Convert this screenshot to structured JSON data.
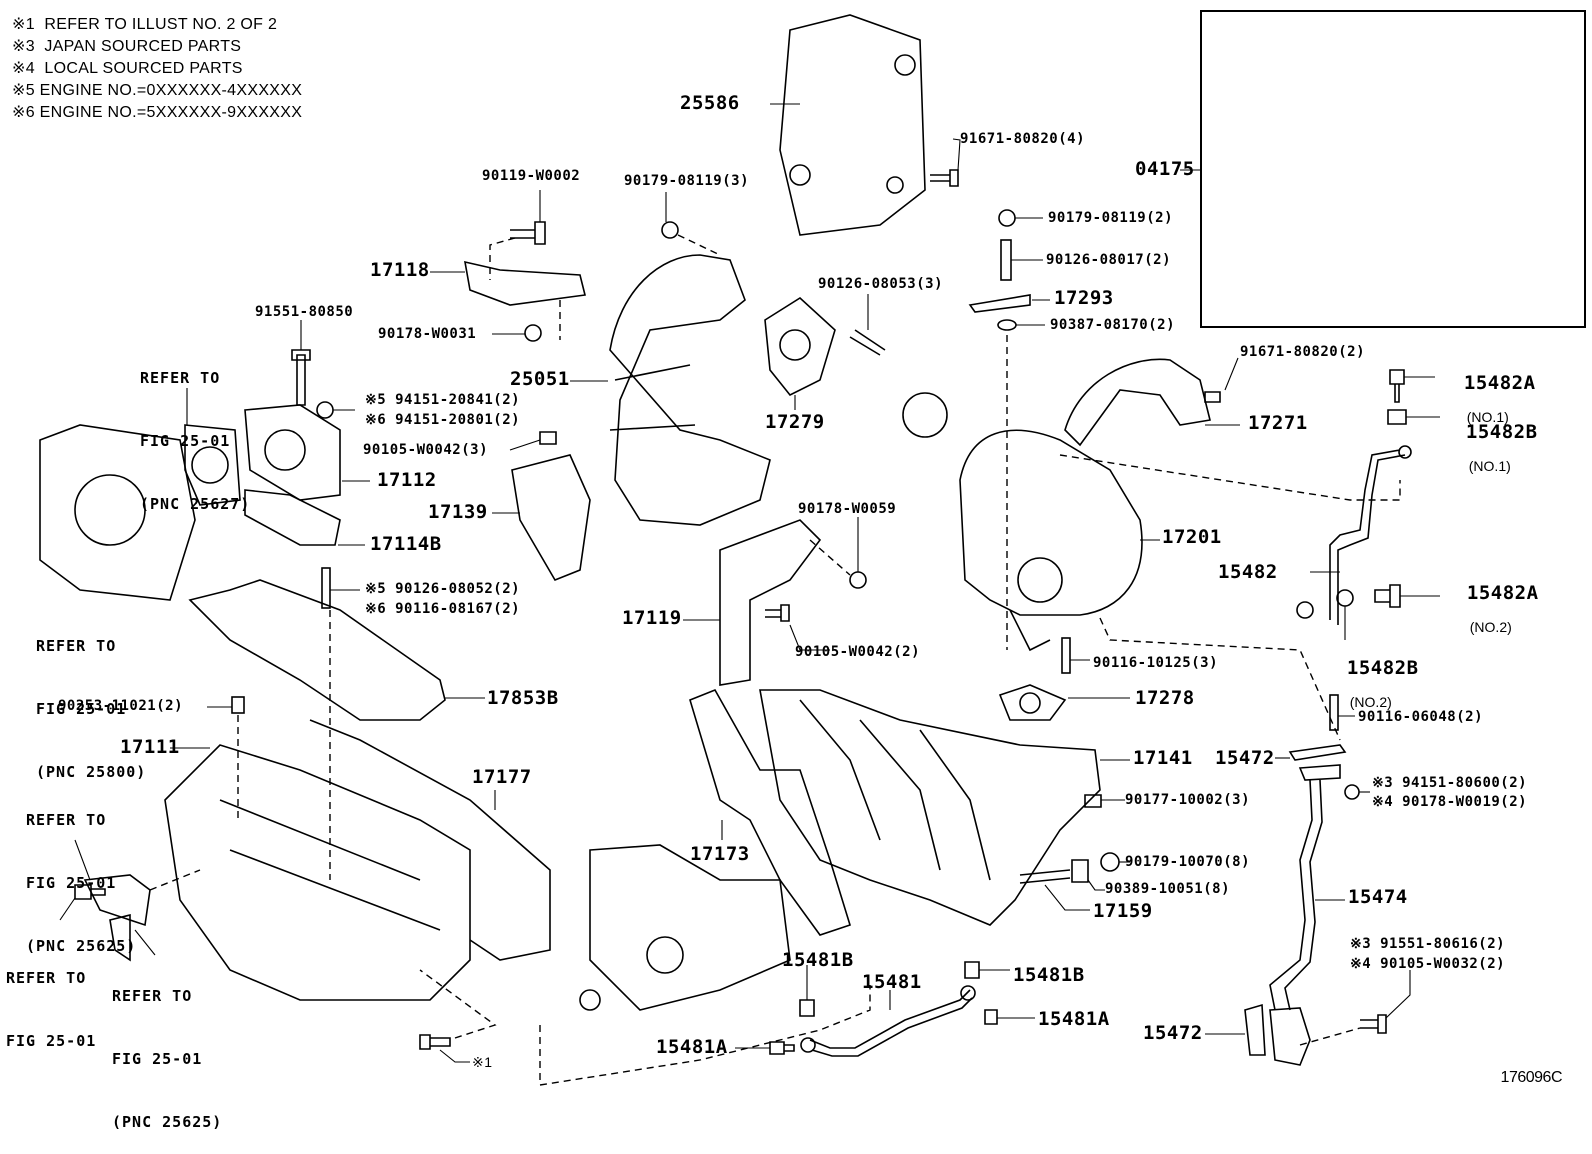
{
  "notes": [
    "※1  REFER TO ILLUST NO. 2 OF 2",
    "※3  JAPAN SOURCED PARTS",
    "※4  LOCAL SOURCED PARTS",
    "※5 ENGINE NO.=0XXXXXX-4XXXXXX",
    "※6 ENGINE NO.=5XXXXXX-9XXXXXX"
  ],
  "figure_id": "176096C",
  "parts": {
    "p25586": "25586",
    "p91671_80820_4": "91671-80820(4)",
    "p04175": "04175",
    "p90119_W0002": "90119-W0002",
    "p90179_08119_3": "90179-08119(3)",
    "p90179_08119_2": "90179-08119(2)",
    "p90126_08017_2": "90126-08017(2)",
    "p17118": "17118",
    "p90126_08053_3": "90126-08053(3)",
    "p17293": "17293",
    "p91551_80850": "91551-80850",
    "p90178_W0031": "90178-W0031",
    "p90387_08170_2": "90387-08170(2)",
    "p25051": "25051",
    "p94151_20841": "※5 94151-20841(2)",
    "p94151_20801": "※6 94151-20801(2)",
    "p90105_W0042_3": "90105-W0042(3)",
    "p17279": "17279",
    "p91671_80820_2": "91671-80820(2)",
    "p15482A_1": "15482A",
    "p15482A_1_sub": "(NO.1)",
    "p15482B_1": "15482B",
    "p15482B_1_sub": "(NO.1)",
    "p17271": "17271",
    "p17112": "17112",
    "p17139": "17139",
    "p90178_W0059": "90178-W0059",
    "p17201": "17201",
    "p17114B": "17114B",
    "p15482": "15482",
    "p15482A_2": "15482A",
    "p15482A_2_sub": "(NO.2)",
    "p15482B_2": "15482B",
    "p15482B_2_sub": "(NO.2)",
    "p90126_08052": "※5 90126-08052(2)",
    "p90116_08167": "※6 90116-08167(2)",
    "p17119": "17119",
    "p90105_W0042_2": "90105-W0042(2)",
    "p90116_10125_3": "90116-10125(3)",
    "p17278": "17278",
    "p90253_11021_2": "90253-11021(2)",
    "p17853B": "17853B",
    "p90116_06048_2": "90116-06048(2)",
    "p17111": "17111",
    "p17177": "17177",
    "p17141": "17141",
    "p15472_top": "15472",
    "p94151_80600": "※3 94151-80600(2)",
    "p90178_W0019": "※4 90178-W0019(2)",
    "p90177_10002_3": "90177-10002(3)",
    "p17173": "17173",
    "p90179_10070_8": "90179-10070(8)",
    "p90389_10051_8": "90389-10051(8)",
    "p17159": "17159",
    "p15474": "15474",
    "p91551_80616": "※3 91551-80616(2)",
    "p90105_W0032": "※4 90105-W0032(2)",
    "p15481B_left": "15481B",
    "p15481": "15481",
    "p15481B_right": "15481B",
    "p15481A_right": "15481A",
    "p15481A_left": "15481A",
    "p15472_bottom": "15472",
    "note1_ref": "※1"
  },
  "references": {
    "ref_25627": [
      "REFER TO",
      "FIG 25-01",
      "(PNC 25627)"
    ],
    "ref_25800": [
      "REFER TO",
      "FIG 25-01",
      "(PNC 25800)"
    ],
    "ref_25625_a": [
      "REFER TO",
      "FIG 25-01",
      "(PNC 25625)"
    ],
    "ref_25625_b": [
      "REFER TO",
      "FIG 25-01",
      "(PNC 25625)"
    ],
    "ref_fig": [
      "REFER TO",
      "FIG 25-01"
    ]
  }
}
